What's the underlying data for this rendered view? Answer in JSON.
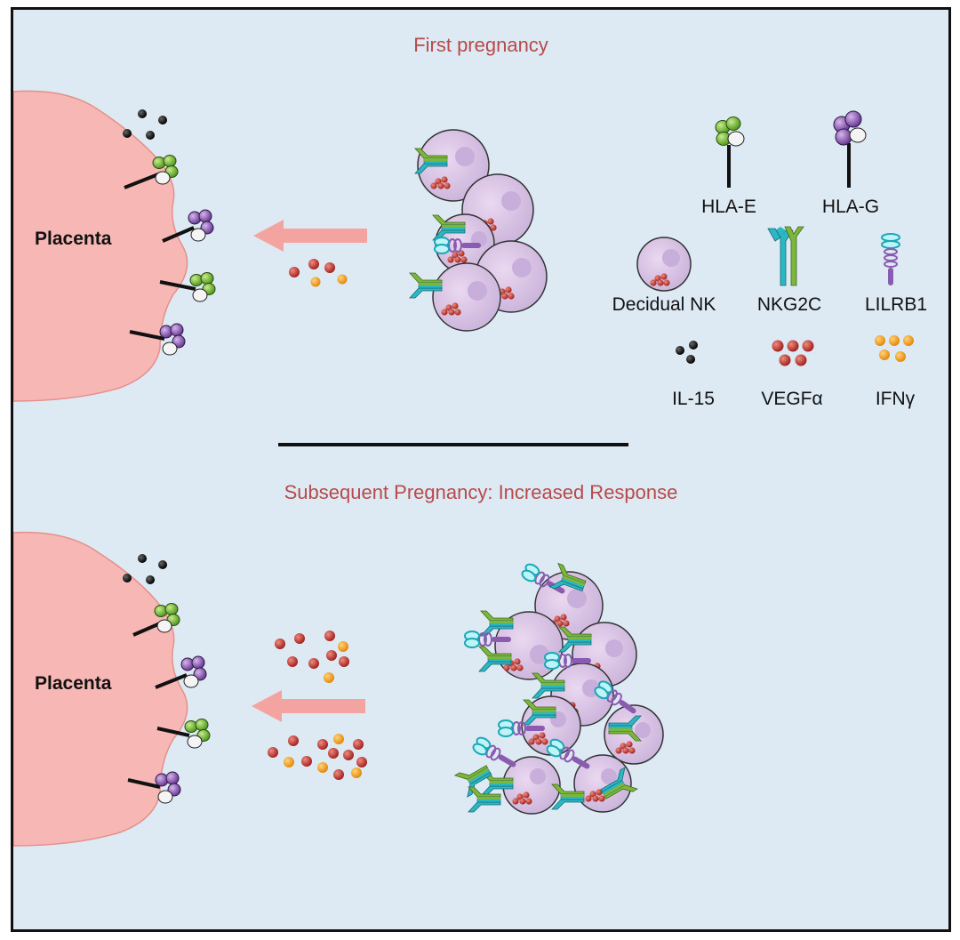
{
  "titles": {
    "top": "First pregnancy",
    "bottom": "Subsequent Pregnancy: Increased Response"
  },
  "placenta_label": "Placenta",
  "legend": {
    "hla_e": "HLA-E",
    "hla_g": "HLA-G",
    "decidual_nk": "Decidual NK",
    "nkg2c": "NKG2C",
    "lilrb1": "LILRB1",
    "il15": "IL-15",
    "vegf": "VEGFα",
    "ifn": "IFNγ"
  },
  "colors": {
    "background": "#dde9f3",
    "placenta": "#f7b8b5",
    "arrow": "#f4a4a0",
    "title_text": "#b84a4a",
    "cell": "#ddcbe6",
    "nucleus": "#c8aedb",
    "hla_e": "#7bbf3a",
    "hla_g": "#8a5bb0",
    "nkg2c_teal": "#2bb7c4",
    "nkg2c_green": "#7db63c",
    "lilrb1": "#8a5bb0",
    "il15": "#111111",
    "vegf": "#b8322f",
    "ifn": "#f0a020"
  }
}
